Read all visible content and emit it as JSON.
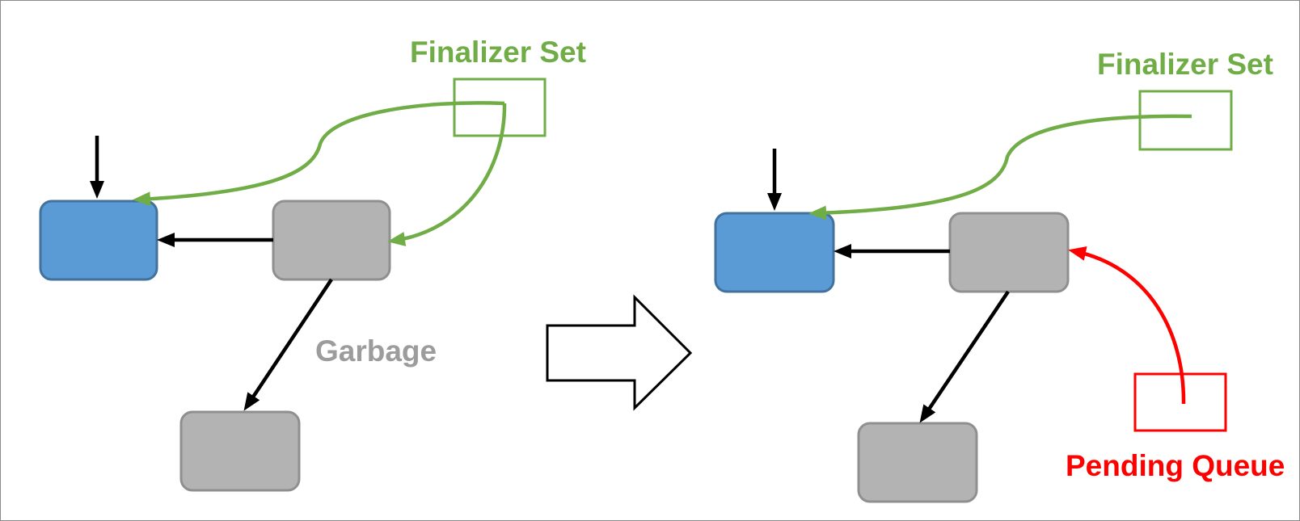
{
  "colors": {
    "background": "#ffffff",
    "frame": "#8a8a8a",
    "live_object_fill": "#5b9bd5",
    "live_object_stroke": "#41719c",
    "garbage_object_fill": "#b3b3b3",
    "garbage_object_stroke": "#8f8f8f",
    "finalizer": "#70ad47",
    "pending": "#ff0000",
    "reference": "#000000",
    "garbage_label": "#9c9c9c"
  },
  "before": {
    "finalizer_set_label": "Finalizer Set",
    "garbage_label": "Garbage"
  },
  "transition_arrow": "right-block-arrow",
  "after": {
    "finalizer_set_label": "Finalizer Set",
    "pending_queue_label": "Pending Queue"
  }
}
